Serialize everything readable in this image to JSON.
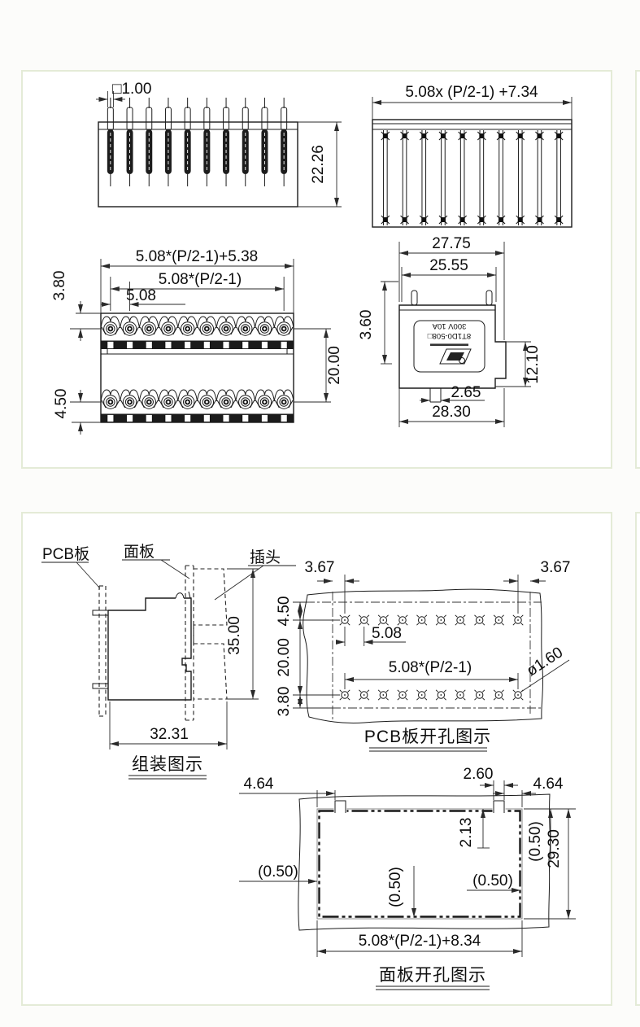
{
  "product": {
    "rating": "300V 10A",
    "part_number": "8T1D0-508□"
  },
  "top_panel": {
    "positions_per_row": 10,
    "pin_view": {
      "pin_size": "□1.00",
      "height": "22.26"
    },
    "top_view": {
      "width": "5.08x (P/2-1) +7.34"
    },
    "front_view": {
      "overall": "5.08*(P/2-1)+5.38",
      "span": "5.08*(P/2-1)",
      "pitch": "5.08",
      "top_offset": "3.80",
      "bottom_offset": "4.50",
      "row_spacing": "20.00"
    },
    "side_view": {
      "width_top": "27.75",
      "width_inner": "25.55",
      "peg_height": "3.60",
      "step_height": "12.10",
      "tab_width": "2.65",
      "width_bottom": "28.30"
    }
  },
  "bottom_panel": {
    "holes_per_row": 10,
    "assembly": {
      "pcb_label": "PCB板",
      "panel_label": "面板",
      "plug_label": "插头",
      "height": "35.00",
      "depth": "32.31",
      "caption": "组装图示"
    },
    "pcb_drill": {
      "edge_left": "3.67",
      "edge_right": "3.67",
      "top_offset": "4.50",
      "row_spacing": "20.00",
      "bottom_offset": "3.80",
      "pitch": "5.08",
      "span": "5.08*(P/2-1)",
      "hole_dia": "ø1.60",
      "caption": "PCB板开孔图示"
    },
    "panel_cutout": {
      "left_offset": "4.64",
      "notch_width": "2.60",
      "right_offset": "4.64",
      "notch_depth": "2.13",
      "clearance_left": "(0.50)",
      "clearance_center": "(0.50)",
      "clearance_right": "(0.50)",
      "clearance_top": "(0.50)",
      "height": "29.30",
      "width": "5.08*(P/2-1)+8.34",
      "caption": "面板开孔图示"
    }
  }
}
